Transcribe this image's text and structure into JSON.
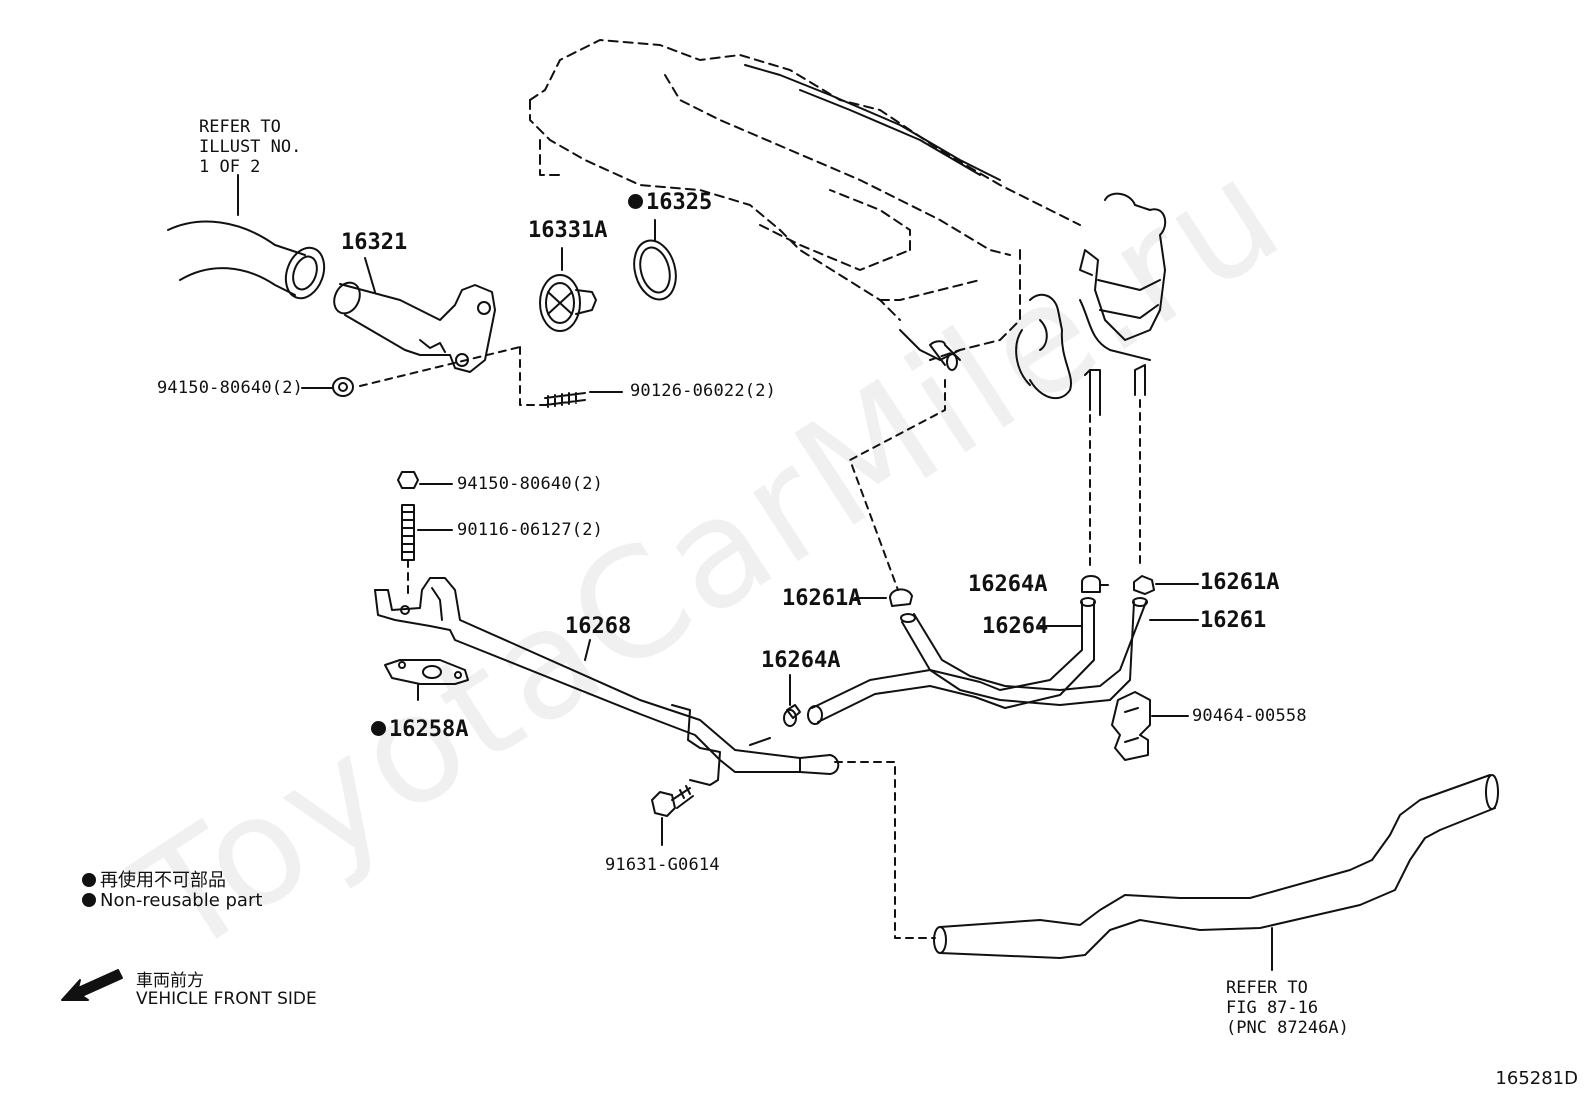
{
  "watermark": "ToyotaCarMile.ru",
  "figure_id": "165281D",
  "notes": {
    "refer_top_left": [
      "REFER TO",
      "ILLUST NO.",
      "1 OF 2"
    ],
    "refer_bottom_right": [
      "REFER TO",
      "FIG 87-16",
      "(PNC 87246A)"
    ]
  },
  "parts": {
    "p16321": "16321",
    "p16331A": "16331A",
    "p16325": "16325",
    "p94150_a": "94150-80640(2)",
    "p90126": "90126-06022(2)",
    "p94150_b": "94150-80640(2)",
    "p90116": "90116-06127(2)",
    "p16268": "16268",
    "p16258A": "16258A",
    "p16264A_a": "16264A",
    "p91631": "91631-G0614",
    "p16261A_a": "16261A",
    "p16264A_b": "16264A",
    "p16264": "16264",
    "p16261A_b": "16261A",
    "p16261": "16261",
    "p90464": "90464-00558"
  },
  "legend": {
    "nonreusable_jp": "再使用不可部品",
    "nonreusable_en": "Non-reusable part",
    "front_jp": "車両前方",
    "front_en": "VEHICLE FRONT SIDE"
  },
  "colors": {
    "ink": "#111111",
    "background": "#ffffff"
  }
}
